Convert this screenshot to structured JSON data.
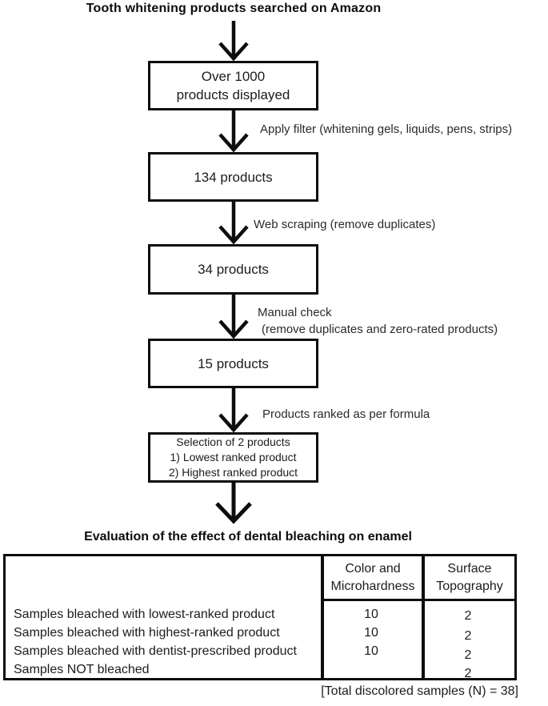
{
  "title": "Tooth whitening products searched on Amazon",
  "flow": {
    "boxes": [
      {
        "lines": [
          "Over 1000",
          "products displayed"
        ]
      },
      {
        "lines": [
          "134 products"
        ]
      },
      {
        "lines": [
          "34 products"
        ]
      },
      {
        "lines": [
          "15 products"
        ]
      },
      {
        "lines": [
          "Selection of 2 products",
          "1) Lowest ranked product",
          "2) Highest ranked product"
        ]
      }
    ],
    "arrow_labels": [
      {
        "lines": [
          "Apply filter (whitening gels, liquids, pens, strips)"
        ]
      },
      {
        "lines": [
          "Web scraping (remove duplicates)"
        ]
      },
      {
        "lines": [
          "Manual check",
          "(remove duplicates and zero-rated products)"
        ]
      },
      {
        "lines": [
          "Products ranked as per formula"
        ]
      }
    ]
  },
  "evaluation": {
    "heading": "Evaluation of the effect of dental bleaching on enamel",
    "table": {
      "col_headers": [
        {
          "lines": [
            "Color and",
            "Microhardness"
          ]
        },
        {
          "lines": [
            "Surface",
            "Topography"
          ]
        }
      ],
      "rows": [
        {
          "label": "Samples bleached with lowest-ranked product",
          "color_microhardness": "10",
          "surface_topography": "2"
        },
        {
          "label": "Samples bleached with highest-ranked product",
          "color_microhardness": "10",
          "surface_topography": "2"
        },
        {
          "label": "Samples bleached with dentist-prescribed product",
          "color_microhardness": "10",
          "surface_topography": "2"
        },
        {
          "label": "Samples NOT bleached",
          "color_microhardness": "",
          "surface_topography": "2"
        }
      ]
    },
    "footer_note": "[Total discolored samples (N) = 38]"
  },
  "colors": {
    "ink": "#0d0d0d",
    "background": "#ffffff"
  }
}
